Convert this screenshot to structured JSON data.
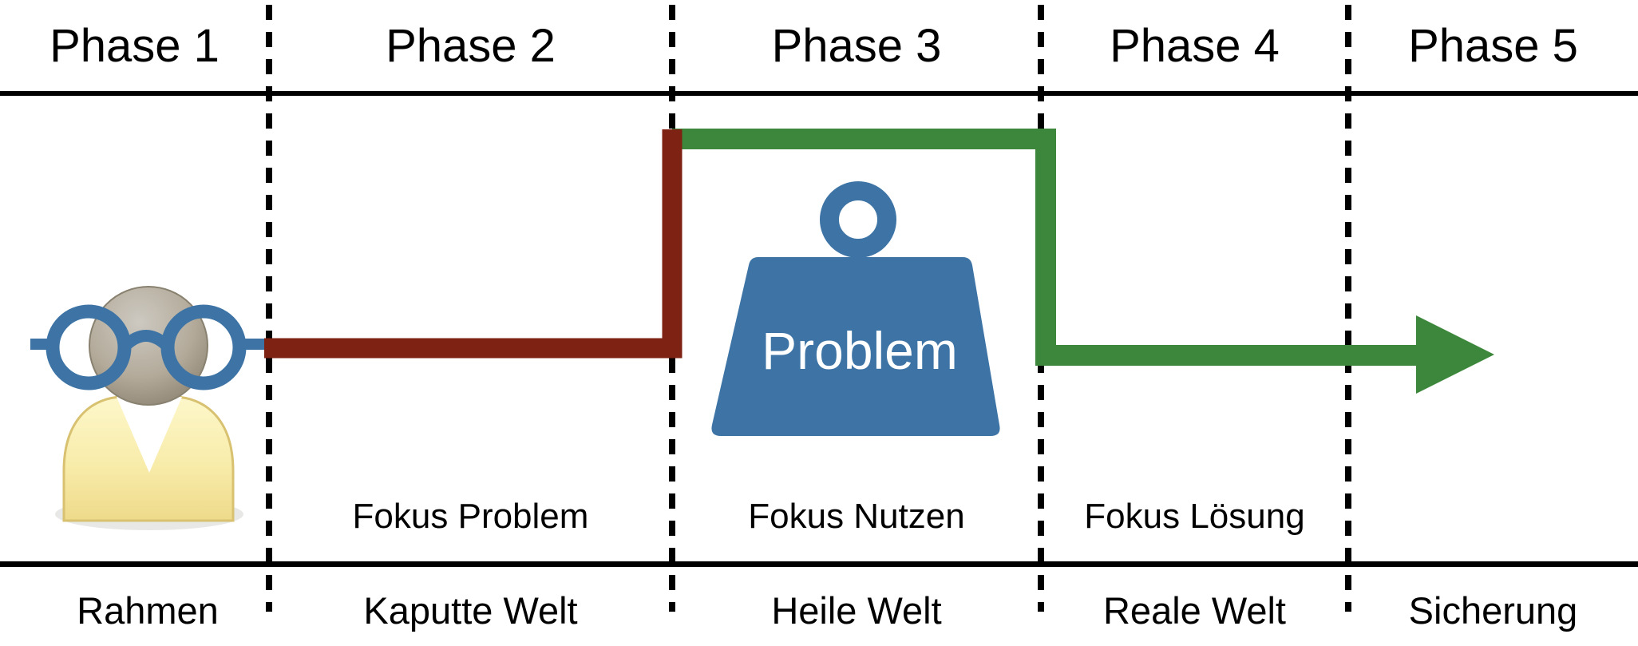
{
  "phases": [
    {
      "label": "Phase 1",
      "focus": "",
      "bottom": "Rahmen"
    },
    {
      "label": "Phase 2",
      "focus": "Fokus Problem",
      "bottom": "Kaputte Welt"
    },
    {
      "label": "Phase 3",
      "focus": "Fokus Nutzen",
      "bottom": "Heile Welt"
    },
    {
      "label": "Phase 4",
      "focus": "Fokus Lösung",
      "bottom": "Reale Welt"
    },
    {
      "label": "Phase 5",
      "focus": "",
      "bottom": "Sicherung"
    }
  ],
  "weight": {
    "label": "Problem"
  },
  "icons": {
    "person": "person-with-glasses-icon",
    "weight": "problem-weight-icon",
    "arrow": "right-arrow-icon"
  },
  "colors": {
    "problem_red": "#7e2214",
    "solution_green": "#3c873c",
    "steel_blue": "#3d74a5",
    "line_black": "#000000"
  }
}
